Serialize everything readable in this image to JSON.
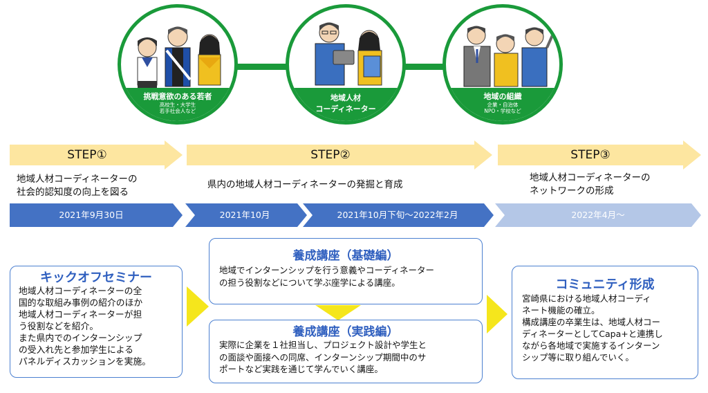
{
  "people_groups": [
    {
      "title": "挑戦意欲のある若者",
      "sub1": "高校生・大学生",
      "sub2": "若手社会人など"
    },
    {
      "title": "地域人材",
      "title2": "コーディネーター"
    },
    {
      "title": "地域の組織",
      "sub1": "企業・自治体",
      "sub2": "NPO・学校など"
    }
  ],
  "steps": [
    {
      "label": "STEP①",
      "desc_line1": "地域人材コーディネーターの",
      "desc_line2": "社会的認知度の向上を図る"
    },
    {
      "label": "STEP②",
      "desc_line1": "県内の地域人材コーディネーターの発掘と育成"
    },
    {
      "label": "STEP③",
      "desc_line1": "地域人材コーディネーターの",
      "desc_line2": "ネットワークの形成"
    }
  ],
  "timeline": [
    {
      "label": "2021年9月30日"
    },
    {
      "label": "2021年10月"
    },
    {
      "label": "2021年10月下旬～2022年2月"
    },
    {
      "label": "2022年4月～"
    }
  ],
  "boxes": {
    "kickoff": {
      "title": "キックオフセミナー",
      "lines": [
        "地域人材コーディネーターの全",
        "国的な取組み事例の紹介のほか",
        "地域人材コーディネーターが担",
        "う役割などを紹介。",
        "また県内でのインターンシップ",
        "の受入れ先と参加学生による",
        "パネルディスカッションを実施。"
      ]
    },
    "basic": {
      "title": "養成講座（基礎編）",
      "lines": [
        "地域でインターンシップを行う意義やコーディネーター",
        "の担う役割などについて学ぶ座学による講座。"
      ]
    },
    "practice": {
      "title": "養成講座（実践編）",
      "lines": [
        "実際に企業を１社担当し、プロジェクト設計や学生と",
        "の面談や面接への同席、インターンシップ期間中のサ",
        "ポートなど実践を通じて学んでいく講座。"
      ]
    },
    "community": {
      "title": "コミュニティ形成",
      "lines": [
        "宮崎県における地域人材コーディ",
        "ネート機能の確立。",
        "構成講座の卒業生は、地域人材コー",
        "ディネーターとしてCapa+と連携し",
        "ながら各地域で実施するインターン",
        "シップ等に取り組んでいく。"
      ]
    }
  },
  "colors": {
    "green": "#1a9a3a",
    "step_arrow": "#fde6a0",
    "timeline_dark": "#4472c4",
    "timeline_light": "#b4c7e7",
    "box_border": "#4a7fd0",
    "box_title": "#2f5fbf",
    "connector": "#f5e61c"
  }
}
